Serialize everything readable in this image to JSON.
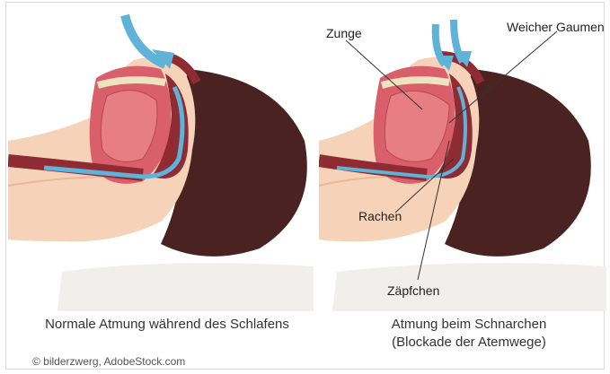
{
  "labels": {
    "tongue": "Zunge",
    "soft_palate": "Weicher Gaumen",
    "pharynx": "Rachen",
    "uvula": "Zäpfchen"
  },
  "captions": {
    "left": "Normale Atmung während des Schlafens",
    "right_line1": "Atmung beim Schnarchen",
    "right_line2": "(Blockade der Atemwege)"
  },
  "credit": "© bilderzwerg, AdobeStock.com",
  "colors": {
    "skin": "#f6d3b8",
    "hair": "#4a2222",
    "pillow": "#f1efeb",
    "tissue": "#d95f6a",
    "dark_tissue": "#8e2b33",
    "airflow": "#5fb3d9",
    "bone": "#efe2bf"
  }
}
